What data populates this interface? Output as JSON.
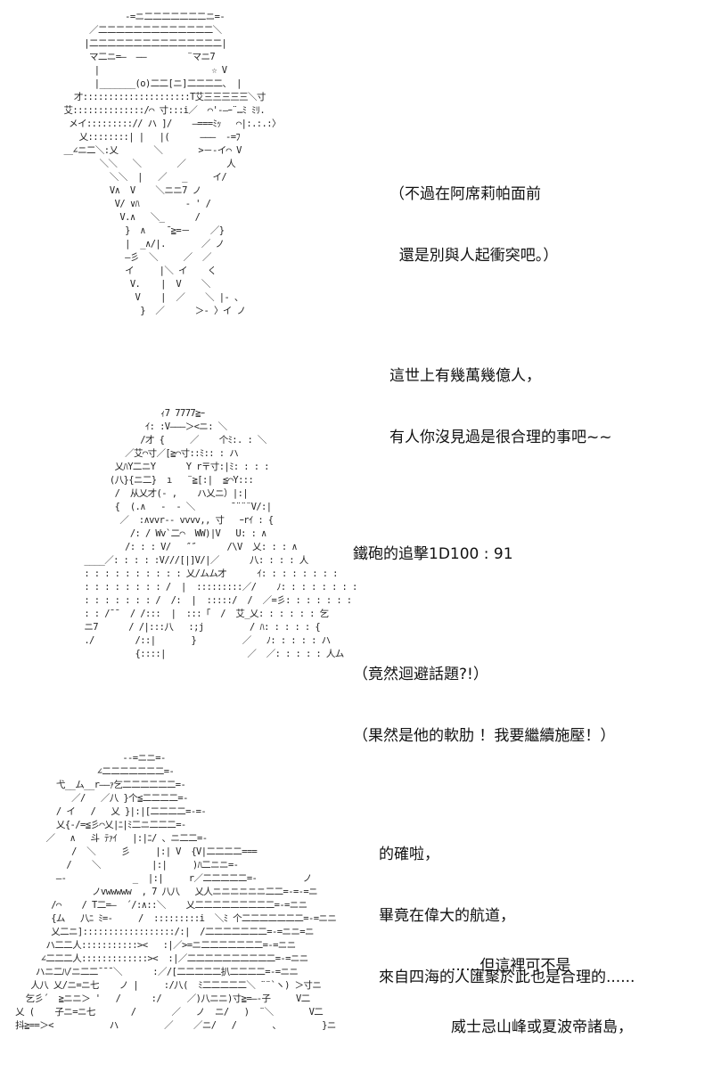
{
  "panel1": {
    "art": [
      "              -=ニ二二二二二二二ニ=-",
      "       ／二二二二二二二二二二二二二＼",
      "      |二二二二二二二二二二二二二二二|",
      "       マ二ニ=―  ――        ¨マニ7",
      "        |                      ☆ V",
      "        |_______(o)二二[ニ]二二二二、 |",
      "    才:::::::::::::::::::::T艾三三三三三＼寸",
      "  艾::::::::::::::/⌒ 寸:::i／  ⌒'-―ｰ¨…ﾐ ﾐﾘ.",
      "   メイ:::::::::// ハ ]/    ―===ﾐｯ   ⌒|:.:.:〉",
      "     乂::::::::| |   |(      ―――  -=ﾌ",
      "  ＿∠ニ二＼:乂       ＼       >－-イ⌒ V",
      "         ＼＼   ＼       ／        人",
      "           ＼＼  |   ／   _     イ/",
      "           V∧  V    ＼ニニ7 ノ",
      "            V/ ∨ﾊ         - ' /",
      "             V.∧   ＼_      /",
      "              }  ∧    ̄ ≧=－    ／}",
      "              |  _∧/|.       ／ ノ",
      "              ―彡  ＼     ／  ／",
      "              イ     |＼ イ    く",
      "               V.    |  V    ＼",
      "                V    |  ／    ＼ |- 、",
      "                 }  ／      ＞- 〉イ ノ"
    ],
    "dialog": [
      "（不過在阿席莉帕面前",
      "  還是別與人起衝突吧。）",
      "",
      "這世上有幾萬幾億人，",
      "有人你沒見過是很合理的事吧~~"
    ]
  },
  "panel2": {
    "art": [
      "                     ｨ7 7777≧ｰ",
      "                  ｲ: :V―――＞<ニ: ＼",
      "                 /才 {     ／    个ﾐ:. : ＼",
      "              ／艾⌒寸／[≧⌒寸::ﾐ:: : ハ",
      "            乂ﾊY二ニY      Y r〒寸:|ﾐ: : : :",
      "           (八}{ニ二}  ı   ¨≧[:|  ≦⌒Y:::",
      "            /  从乂才(- ,    ハ乂ニ）|:|",
      "            {  (.∧   -  - ＼       ¯¨¨¨V/:|",
      "             ／  :∧vvr-- vvvv,, 寸   ｰrｲ : {",
      "               /: / Wv`二⌒  WW)|V   U: : ∧",
      "              /: : : V/   ″″      /\\V  乂: : : ∧",
      "      ____／: : : : :V///[|]V/|／      八: : : : 人",
      "      : : : : : : : : : : 乂/ムム才      ｲ: : : : : : : :",
      "      : : : : : : : : /  |  :::::::::／/    ﾉ: : : : : : : :",
      "      : : : : : : : /  /:  |  :::::/  /  ／=彡: : : : : : :",
      "      : : /¯¯  / /:::  |  :::「  /  艾_乂: : : : : : 乞",
      "      ニ7      / /|:::八   :;j         / ﾊ: : : : : {",
      "      ./        /::|       }         ／   ﾉ: : : : : ハ",
      "                {::::|                ／  ／: : : : : 人ム"
    ],
    "dialog": [
      "鐵砲的追擊1D100 : 91",
      "",
      "（竟然迴避話題?!）",
      "（果然是他的軟肋 ！我要繼續施壓！）"
    ]
  },
  "panel3": {
    "art": [
      "                        --=ニニ=-",
      "                   ∠二二二二二二二=-",
      "           弋__ム__r――ｧ乞二二二二二二=-",
      "              ／/   ／八 }个≦二二二二=-",
      "           / イ   /   乂 }|:|[二二二二=-=-",
      "           乂{-/=≦彡⌒乂|ﾆ|ﾐ二ニ二二二=-",
      "         ／   ∧   斗 ﾃｧｲ   |:|ﾆ/ 、ニ二二=-",
      "              /  ＼     彡     |:| V  {V|二二二二===",
      "             /    ＼          |:|     )ﾊ二ニニ=-",
      "           ―-             _  |:|     r／二二二二二=-         ノ",
      "                  ノvwwwww  , 7 八八   乂人ニニニニニニ二二=-=-=ニ",
      "          /⌒    / T二=―  ´/:∧::＼    乂二二二二二二二二二=-=ニニ",
      "          {ム   八ﾆ ﾐ=-     /  :::::::::i  ＼ﾐ 个二二二二二二二=-=ニニ",
      "          乂二ニ]::::::::::::::::::/:|  /二二二二二二二=-=ニニ=ニ",
      "         ハ二二人:::::::::::><   :|／>=ニ二二二二二二二=-=ニニ",
      "        ∠二二二人:::::::::::::><  :|／二二二二二二二二二二=-=ニニ",
      "       ハニ二ﾊ/ニ二二¯¯¯＼      :／/[二二二二二扒二二二二=-=ニニ",
      "      人八 乂/ニ=ニ七    ノ |     :/八(  ﾐ二二二二二＼ ¨¨`ヽ) ＞寸ニ",
      "     乞彡´  ≧ニニ＞ '   /      :/     ／)八ニニ)寸≧=―-子     V二",
      "   乂 (    子ニ=ニ七       /       ／   ノ  ニ/   )  ¨＼       V二",
      "   抖≧==＞<           ハ         ／    ／ニ/   /       、        }ニ"
    ],
    "dialog_top": [
      "的確啦，",
      "畢竟在偉大的航道，",
      "來自四海的人匯聚於此也是合理的......"
    ],
    "dialog_bottom": [
      "......但這裡可不是",
      "威士忌山峰或夏波帝諸島，"
    ]
  }
}
